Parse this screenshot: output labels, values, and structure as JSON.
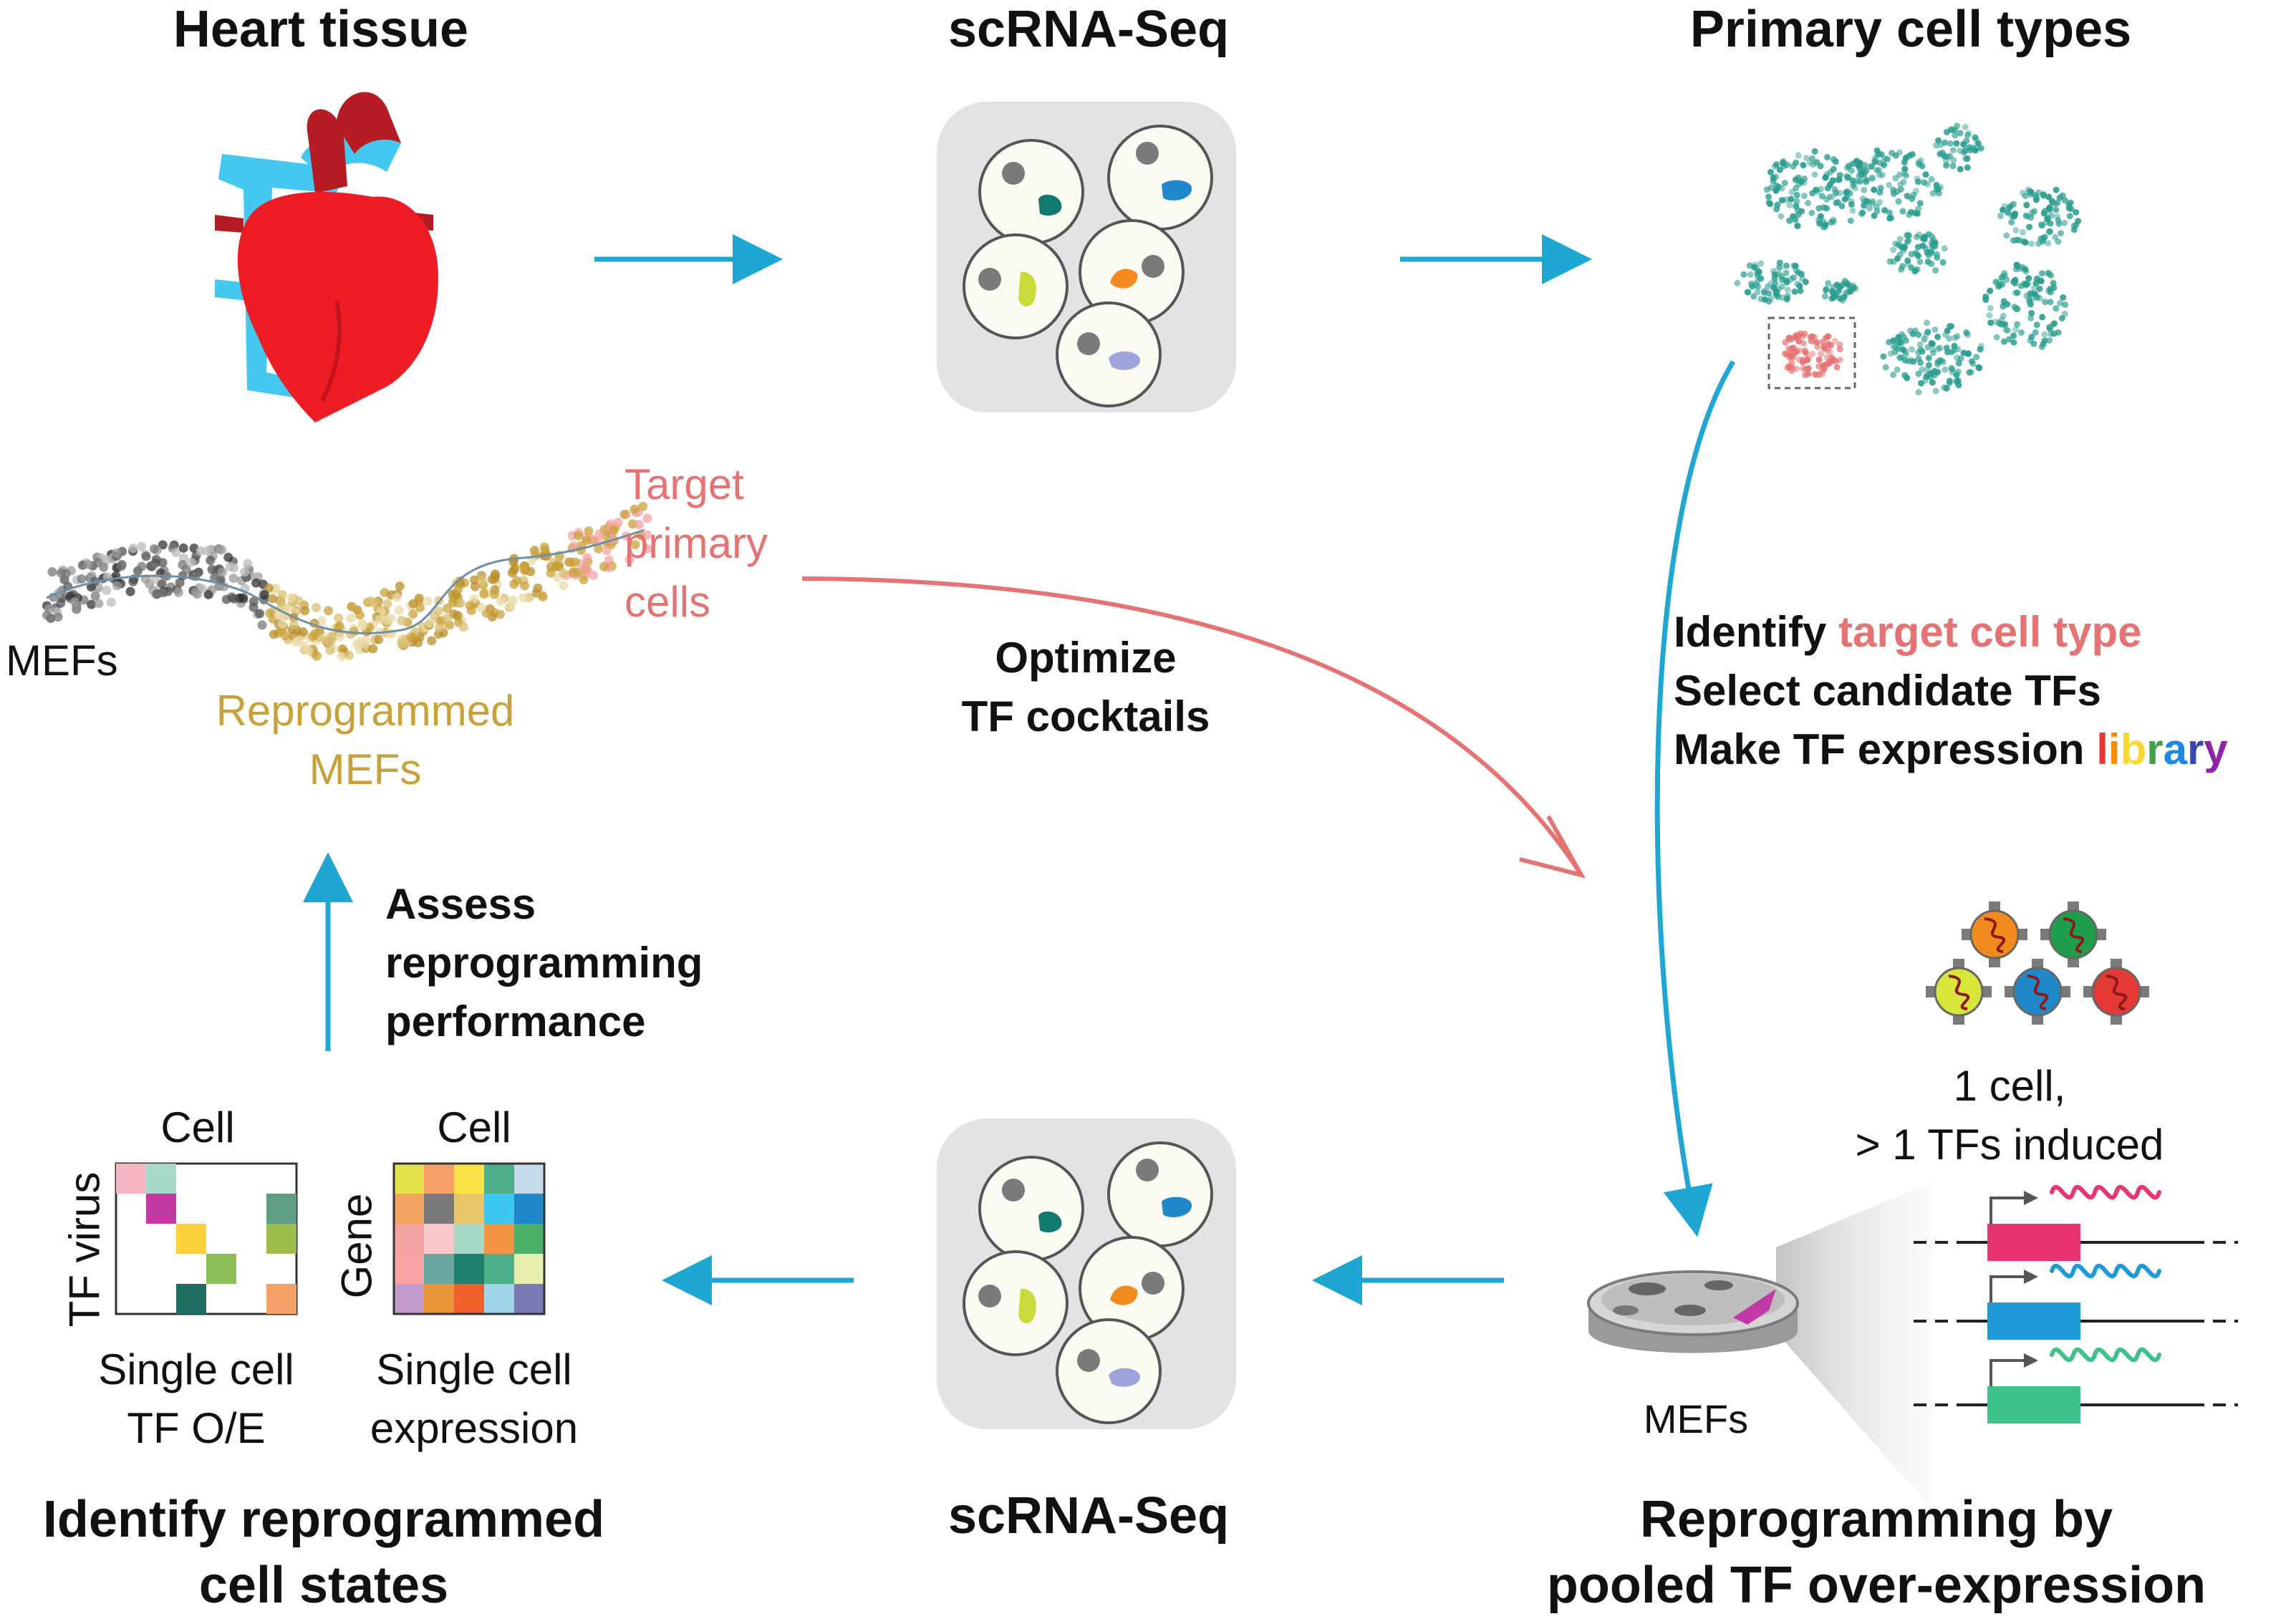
{
  "titles": {
    "heart": "Heart tissue",
    "scrna_top": "scRNA-Seq",
    "primary": "Primary cell types",
    "identify": [
      "Identify reprogrammed",
      "cell states"
    ],
    "scrna_bottom": "scRNA-Seq",
    "reprogramming": [
      "Reprogramming by",
      "pooled TF over-expression"
    ]
  },
  "trajectory": {
    "target": [
      "Target",
      "primary",
      "cells"
    ],
    "mefs": "MEFs",
    "reprogrammed": [
      "Reprogrammed",
      "MEFs"
    ]
  },
  "optimize": [
    "Optimize",
    "TF cocktails"
  ],
  "steps": {
    "identify_prefix": "Identify ",
    "identify_highlight": "target cell type",
    "select": "Select candidate TFs",
    "make_prefix": "Make TF expression ",
    "library_letters": [
      "l",
      "i",
      "b",
      "r",
      "a",
      "r",
      "y"
    ]
  },
  "assess": [
    "Assess",
    "reprogramming",
    "performance"
  ],
  "induced": [
    "1 cell,",
    "> 1 TFs induced"
  ],
  "dish_label": "MEFs",
  "matrix_left": {
    "top": "Cell",
    "side": "TF virus",
    "bottom": [
      "Single cell",
      "TF O/E"
    ]
  },
  "matrix_right": {
    "top": "Cell",
    "side": "Gene",
    "bottom": [
      "Single cell",
      "expression"
    ]
  },
  "colors": {
    "arrow": "#1FA7D3",
    "target": "#E57373",
    "reprogrammed": "#C9A13A",
    "heart_red": "#EE1C25",
    "vessel_blue": "#45C8F0",
    "cluster_teal": "#2A9D8F",
    "library": [
      "#E53935",
      "#FB8C00",
      "#FDD835",
      "#43A047",
      "#1E88E5",
      "#3949AB",
      "#8E24AA"
    ],
    "gene_bars": [
      "#E8356F",
      "#1E9BD7",
      "#3CC28A"
    ]
  }
}
